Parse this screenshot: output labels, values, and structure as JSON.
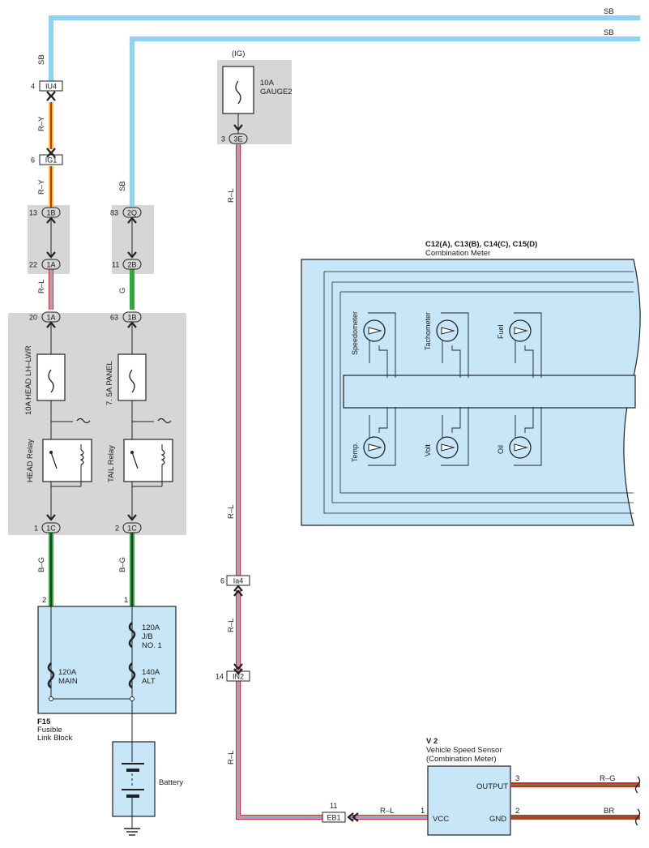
{
  "colors": {
    "sky_blue": "#8ed3f2",
    "green": "#2eaa3f",
    "red": "#d8262b",
    "yellow": "#f5d033",
    "blue": "#3a6fc0",
    "white": "#ffffff",
    "brown": "#9c4a2a",
    "gray_box": "#d6d6d6",
    "meter_fill": "#c7e7f8",
    "component_fill": "#c7e7f8"
  },
  "wires": {
    "sb_top": "SB",
    "sb_second": "SB",
    "sb_left_vertical": "SB",
    "sb_mid_vertical": "SB",
    "ry_upper": "R–Y",
    "ry_lower": "R–Y",
    "rl_left": "R–L",
    "g_mid": "G",
    "bg_left": "B–G",
    "bg_mid": "B–G",
    "rl_ig_upper": "R–L",
    "rl_ig_lower": "R–L",
    "rl_ig_mid": "R–L",
    "rl_ig_bottom": "R–L",
    "rl_sensor": "R–L",
    "rg_output": "R–G",
    "br_gnd": "BR"
  },
  "connectors": {
    "iu4": {
      "pin": "4",
      "name": "IU4"
    },
    "ig1": {
      "pin": "6",
      "name": "IG1"
    },
    "jb_1b_top": {
      "pin": "13",
      "name": "1B"
    },
    "jb_1a_mid": {
      "pin": "22",
      "name": "1A"
    },
    "jb_2q": {
      "pin": "83",
      "name": "2Q"
    },
    "jb_2b": {
      "pin": "11",
      "name": "2B"
    },
    "jb_1a_relay": {
      "pin": "20",
      "name": "1A"
    },
    "jb_1b_relay": {
      "pin": "63",
      "name": "1B"
    },
    "jb_1c_left": {
      "pin": "1",
      "name": "1C"
    },
    "jb_1c_mid": {
      "pin": "2",
      "name": "1C"
    },
    "jb_3e": {
      "pin": "3",
      "name": "3E"
    },
    "ia4": {
      "pin": "6",
      "name": "Ia4"
    },
    "in2": {
      "pin": "14",
      "name": "IN2"
    },
    "eb1": {
      "pin": "11",
      "name": "EB1"
    }
  },
  "ig_fuse": {
    "header": "(IG)",
    "rating": "10A",
    "name": "GAUGE2"
  },
  "relay_box": {
    "head_fuse": "10A HEAD LH–LWR",
    "tail_fuse": "7. 5A PANEL",
    "head_relay": "HEAD Relay",
    "tail_relay": "TAIL Relay"
  },
  "fusible_block": {
    "pin_left": "2",
    "pin_right": "1",
    "jb_rating": "120A",
    "jb_name_1": "J/B",
    "jb_name_2": "NO. 1",
    "main_rating": "120A",
    "main_name": "MAIN",
    "alt_rating": "140A",
    "alt_name": "ALT",
    "code": "F15",
    "title_1": "Fusible",
    "title_2": "Link Block"
  },
  "battery": {
    "label": "Battery"
  },
  "meter": {
    "codes": "C12(A), C13(B), C14(C), C15(D)",
    "title": "Combination Meter",
    "gauges": {
      "speedometer": "Speedometer",
      "tachometer": "Tachometer",
      "fuel": "Fuel",
      "temp": "Temp.",
      "volt": "Volt",
      "oil": "Oil"
    }
  },
  "sensor": {
    "code": "V 2",
    "title": "Vehicle Speed Sensor",
    "subtitle": "(Combination Meter)",
    "vcc_pin": "1",
    "vcc": "VCC",
    "output_pin": "3",
    "output": "OUTPUT",
    "gnd_pin": "2",
    "gnd": "GND"
  }
}
